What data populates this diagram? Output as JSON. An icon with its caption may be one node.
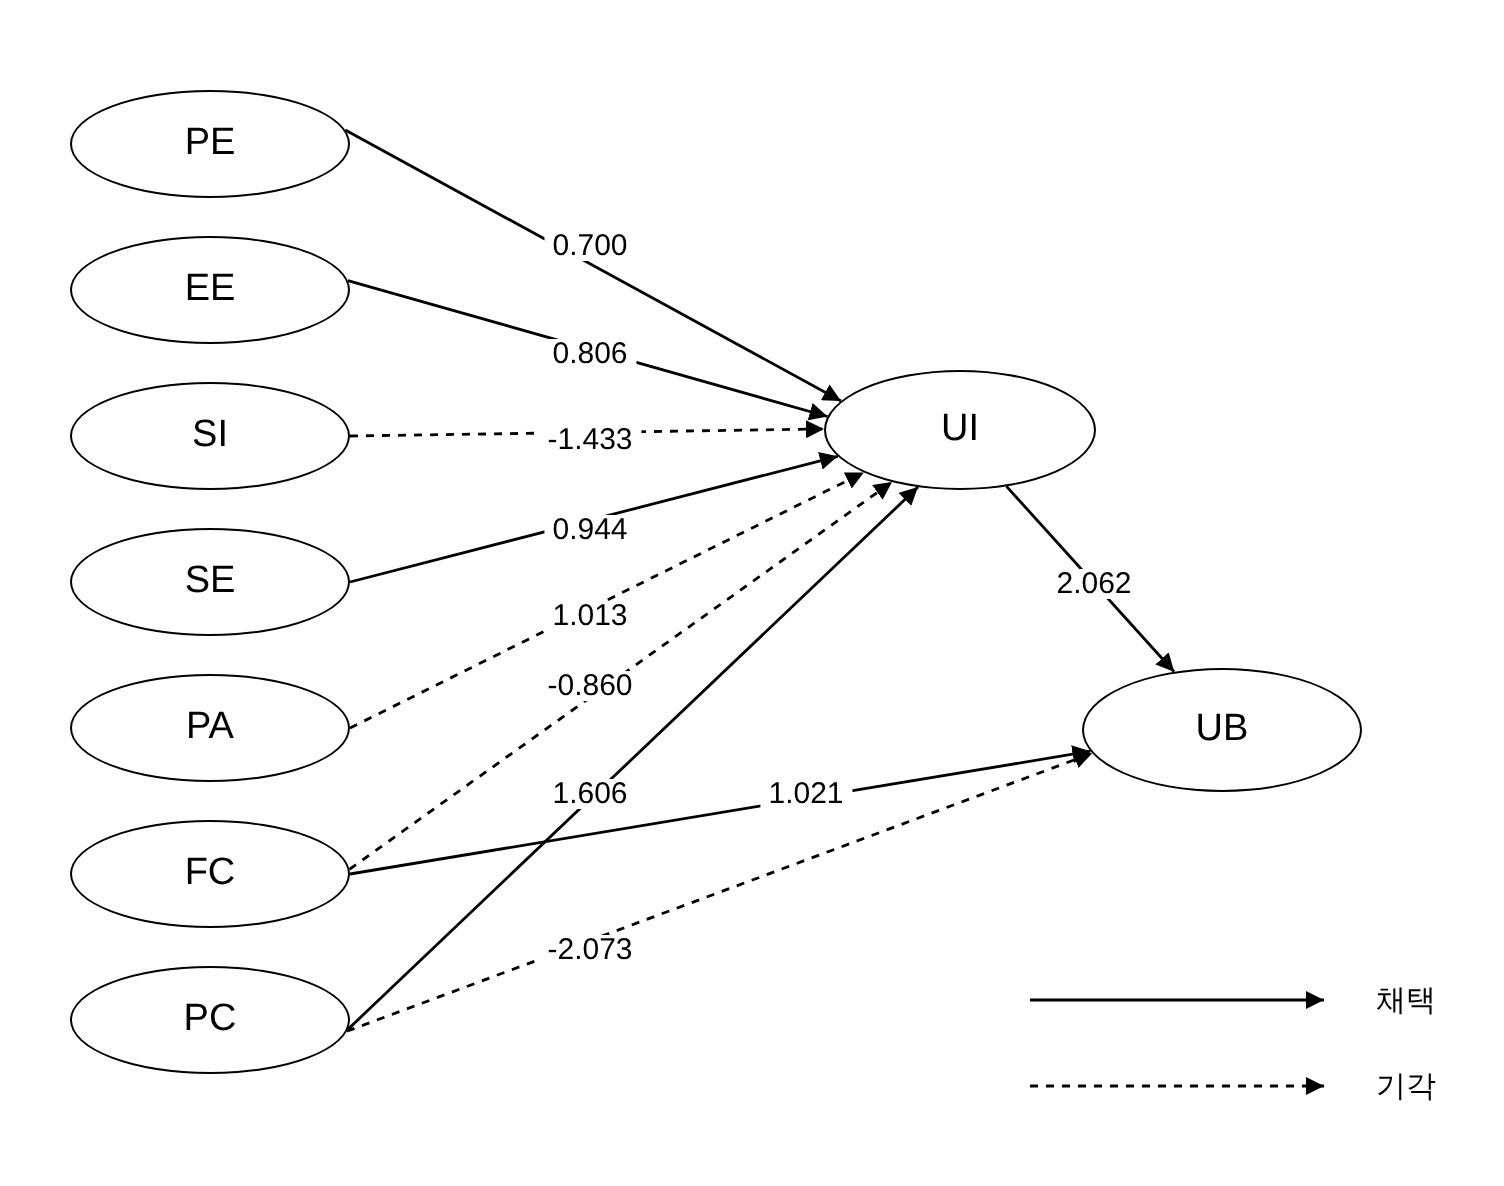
{
  "diagram": {
    "nodes": [
      {
        "text": [
          "PE"
        ]
      },
      {
        "text": [
          "EE"
        ]
      },
      {
        "text": [
          "SI"
        ]
      },
      {
        "text": [
          "SE"
        ]
      },
      {
        "text": [
          "PA"
        ]
      },
      {
        "text": [
          "FC"
        ]
      },
      {
        "text": [
          "PC"
        ]
      },
      {
        "text": [
          "UI"
        ]
      },
      {
        "text": [
          "UB"
        ]
      }
    ],
    "edges": [
      {
        "from": 0,
        "to": 7,
        "arrow": "to",
        "label": "0.700"
      },
      {
        "from": 1,
        "to": 7,
        "arrow": "to",
        "label": "0.806"
      },
      {
        "from": 2,
        "to": 7,
        "arrow": "to",
        "label": "-1.433",
        "style": "dashed"
      },
      {
        "from": 3,
        "to": 7,
        "arrow": "to",
        "label": "0.944"
      },
      {
        "from": 4,
        "to": 7,
        "arrow": "to",
        "label": "1.013",
        "style": "dashed"
      },
      {
        "from": 5,
        "to": 7,
        "arrow": "to",
        "label": "-0.860",
        "style": "dashed"
      },
      {
        "from": 6,
        "to": 7,
        "arrow": "to",
        "label": "1.606"
      },
      {
        "from": 7,
        "to": 8,
        "arrow": "to",
        "label": "2.062"
      },
      {
        "from": 5,
        "to": 8,
        "arrow": "to",
        "label": "1.021"
      },
      {
        "from": 6,
        "to": 8,
        "arrow": "to",
        "label": "-2.073",
        "style": "dashed"
      }
    ],
    "legend": [
      {
        "text": "채택"
      },
      {
        "text": "기각"
      }
    ]
  }
}
